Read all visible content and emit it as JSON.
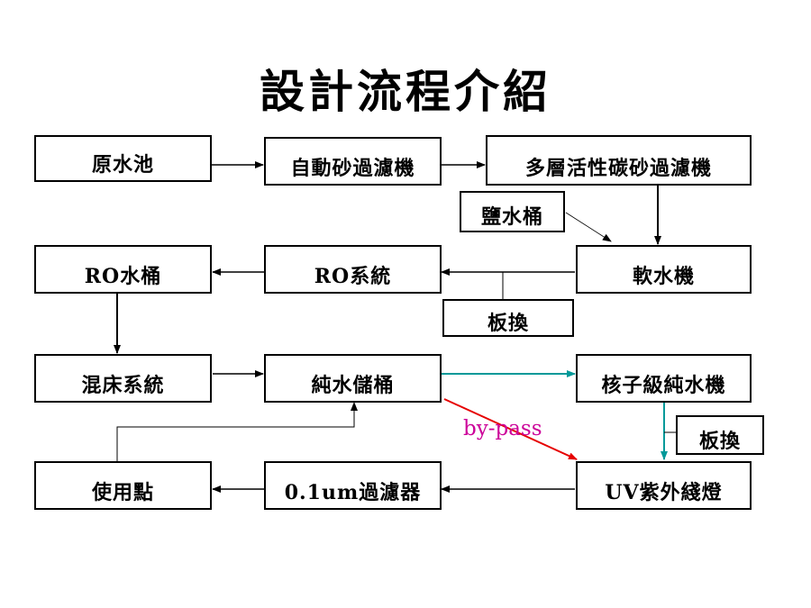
{
  "title": "設計流程介紹",
  "nodes": {
    "raw_water_tank": "原水池",
    "auto_sand_filter": "自動砂過濾機",
    "multi_layer_carbon_filter": "多層活性碳砂過濾機",
    "brine_bucket": "鹽水桶",
    "water_softener": "軟水機",
    "ro_system": "RO系統",
    "ro_water_bucket": "RO水桶",
    "heat_exchanger_1": "板換",
    "mixed_bed_system": "混床系統",
    "pure_water_storage": "純水儲桶",
    "nuclear_grade_purifier": "核子級純水機",
    "heat_exchanger_2": "板換",
    "point_of_use": "使用點",
    "micro_filter": "0.1um過濾器",
    "uv_lamp": "UV紫外綫燈"
  },
  "bypass_label": "by-pass",
  "colors": {
    "line": "#000000",
    "teal_line": "#009999",
    "bypass_line": "#e60000",
    "bypass_text": "#cc0099"
  }
}
